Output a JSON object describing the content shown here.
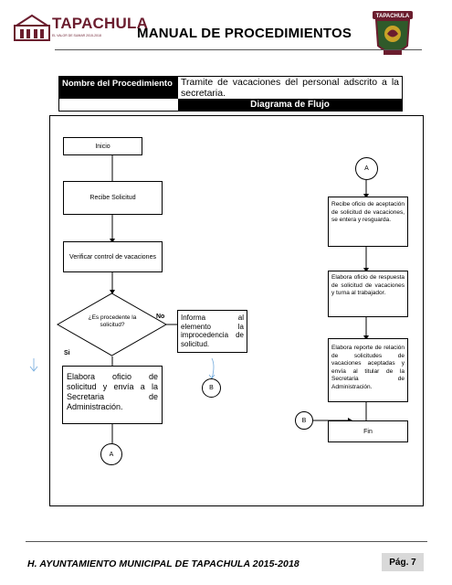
{
  "header": {
    "logo_text": "TAPACHULA",
    "logo_subtitle": "EL VALOR DE SUMAR 2015-2018",
    "title": "MANUAL DE PROCEDIMIENTOS",
    "crest_text": "TAPACHULA"
  },
  "procedure": {
    "name_label": "Nombre del Procedimiento",
    "name_value": "Tramite de vacaciones del personal adscrito a la secretaria.",
    "diagram_label": "Diagrama de Flujo"
  },
  "flow": {
    "start": "Inicio",
    "receive": "Recibe Solicitud",
    "verify": "Verificar control de vacaciones",
    "decision": "¿Es procedente la solicitud?",
    "no_label": "No",
    "yes_label": "Si",
    "inform": "Informa al elemento la improcedencia de solicitud.",
    "prepare": "Elabora oficio de solicitud y envía a la Secretaria de Administración.",
    "connector_a_bottom": "A",
    "connector_b_mid": "B",
    "connector_a_top": "A",
    "receive_acceptance": "Recibe oficio de aceptación de solicitud de vacaciones, se entera y resguarda.",
    "response": "Elabora oficio de respuesta de solicitud de vacaciones y turna al trabajador.",
    "report": "Elabora reporte de relación de solicitudes de vacaciones aceptadas y envía al titular de la Secretaria de Administración.",
    "connector_b_right": "B",
    "end": "Fin"
  },
  "footer": {
    "text": "H. AYUNTAMIENTO MUNICIPAL DE TAPACHULA 2015-2018",
    "page": "Pág. 7"
  },
  "colors": {
    "brand": "#6b1d2e",
    "crest_green": "#2f5a2a",
    "arrow_blue": "#6fa8dc"
  }
}
